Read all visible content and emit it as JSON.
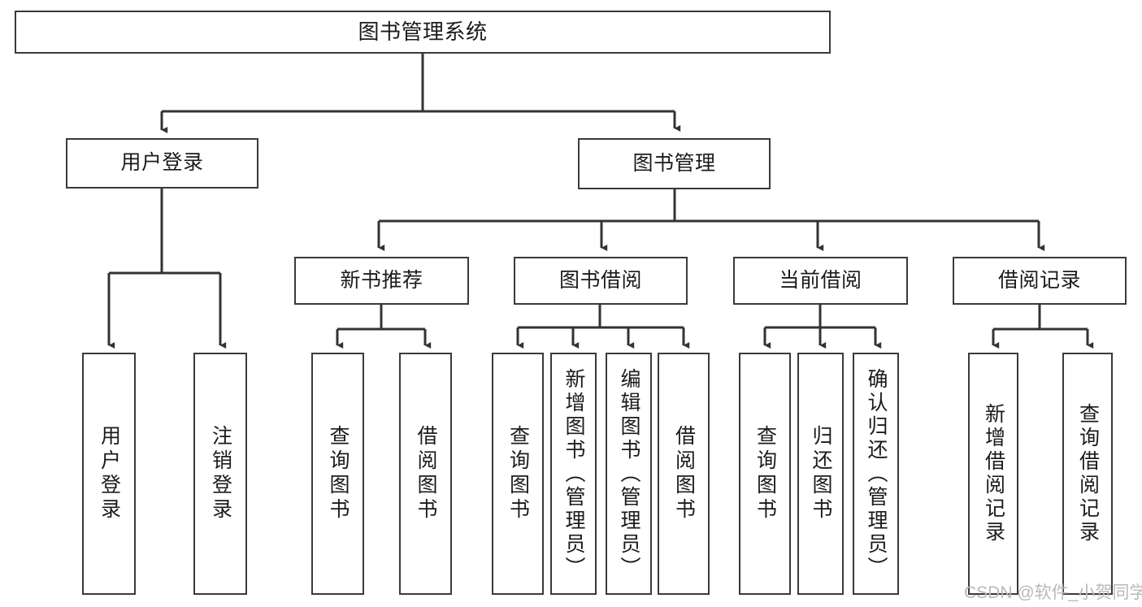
{
  "diagram": {
    "title": "图书管理系统",
    "type": "hierarchy-tree",
    "orientation": "top-down",
    "style": {
      "box_border_color": "#3a3a3a",
      "box_fill_color": "#ffffff",
      "connector_color": "#333333",
      "text_color": "#1b1b1b",
      "background_color": "#ffffff"
    },
    "levels": [
      {
        "level": 1,
        "nodes": [
          {
            "id": "root",
            "label": "图书管理系统",
            "text_direction": "horizontal"
          }
        ]
      },
      {
        "level": 2,
        "nodes": [
          {
            "id": "user-login",
            "label": "用户登录",
            "text_direction": "horizontal",
            "parent": "root"
          },
          {
            "id": "book-manage",
            "label": "图书管理",
            "text_direction": "horizontal",
            "parent": "root"
          }
        ]
      },
      {
        "level": 3,
        "nodes": [
          {
            "id": "new-book-rec",
            "label": "新书推荐",
            "text_direction": "horizontal",
            "parent": "book-manage"
          },
          {
            "id": "book-borrow",
            "label": "图书借阅",
            "text_direction": "horizontal",
            "parent": "book-manage"
          },
          {
            "id": "current-borrow",
            "label": "当前借阅",
            "text_direction": "horizontal",
            "parent": "book-manage"
          },
          {
            "id": "borrow-record",
            "label": "借阅记录",
            "text_direction": "horizontal",
            "parent": "book-manage"
          }
        ]
      },
      {
        "level": 4,
        "nodes": [
          {
            "id": "leaf-user-login",
            "label": "用户登录",
            "text_direction": "vertical",
            "parent": "user-login"
          },
          {
            "id": "leaf-logout",
            "label": "注销登录",
            "text_direction": "vertical",
            "parent": "user-login"
          },
          {
            "id": "leaf-query-book-1",
            "label": "查询图书",
            "text_direction": "vertical",
            "parent": "new-book-rec"
          },
          {
            "id": "leaf-borrow-book-1",
            "label": "借阅图书",
            "text_direction": "vertical",
            "parent": "new-book-rec"
          },
          {
            "id": "leaf-query-book-2",
            "label": "查询图书",
            "text_direction": "vertical",
            "parent": "book-borrow"
          },
          {
            "id": "leaf-add-book",
            "label": "新增图书（管理员）",
            "text_direction": "vertical",
            "parent": "book-borrow"
          },
          {
            "id": "leaf-edit-book",
            "label": "编辑图书（管理员）",
            "text_direction": "vertical",
            "parent": "book-borrow"
          },
          {
            "id": "leaf-borrow-book-2",
            "label": "借阅图书",
            "text_direction": "vertical",
            "parent": "book-borrow"
          },
          {
            "id": "leaf-query-book-3",
            "label": "查询图书",
            "text_direction": "vertical",
            "parent": "current-borrow"
          },
          {
            "id": "leaf-return-book",
            "label": "归还图书",
            "text_direction": "vertical",
            "parent": "current-borrow"
          },
          {
            "id": "leaf-confirm-return",
            "label": "确认归还（管理员）",
            "text_direction": "vertical",
            "parent": "current-borrow"
          },
          {
            "id": "leaf-add-record",
            "label": "新增借阅记录",
            "text_direction": "vertical",
            "parent": "borrow-record"
          },
          {
            "id": "leaf-query-record",
            "label": "查询借阅记录",
            "text_direction": "vertical",
            "parent": "borrow-record"
          }
        ]
      }
    ]
  },
  "watermark": {
    "text": "CSDN @软件_小贺同学"
  }
}
